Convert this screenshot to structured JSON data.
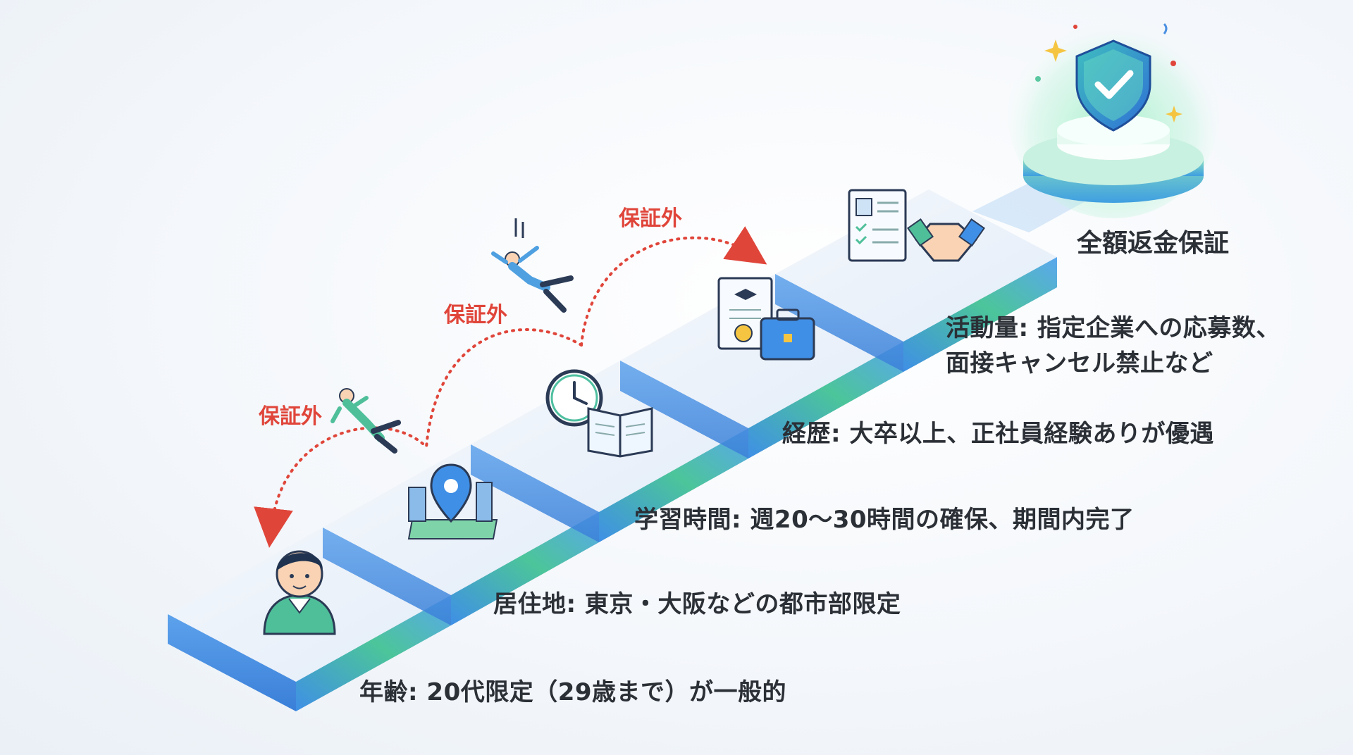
{
  "steps": [
    {
      "label": "年齢: 20代限定（29歳まで）が一般的",
      "icon": "person-icon"
    },
    {
      "label": "居住地: 東京・大阪などの都市部限定",
      "icon": "city-map-pin-icon"
    },
    {
      "label": "学習時間: 週20〜30時間の確保、期間内完了",
      "icon": "clock-book-icon"
    },
    {
      "label": "経歴: 大卒以上、正社員経験ありが優遇",
      "icon": "diploma-briefcase-icon"
    },
    {
      "label_line1": "活動量: 指定企業への応募数、",
      "label_line2": "面接キャンセル禁止など",
      "icon": "resume-handshake-icon"
    }
  ],
  "goal": {
    "label": "全額返金保証",
    "icon": "shield-check-icon"
  },
  "warnings": [
    "保証外",
    "保証外",
    "保証外"
  ],
  "colors": {
    "stair_top": "#eef3fa",
    "stair_front_start": "#4a90e2",
    "stair_front_end": "#4cd08a",
    "warning": "#e0453a",
    "text": "#2b2f36"
  }
}
